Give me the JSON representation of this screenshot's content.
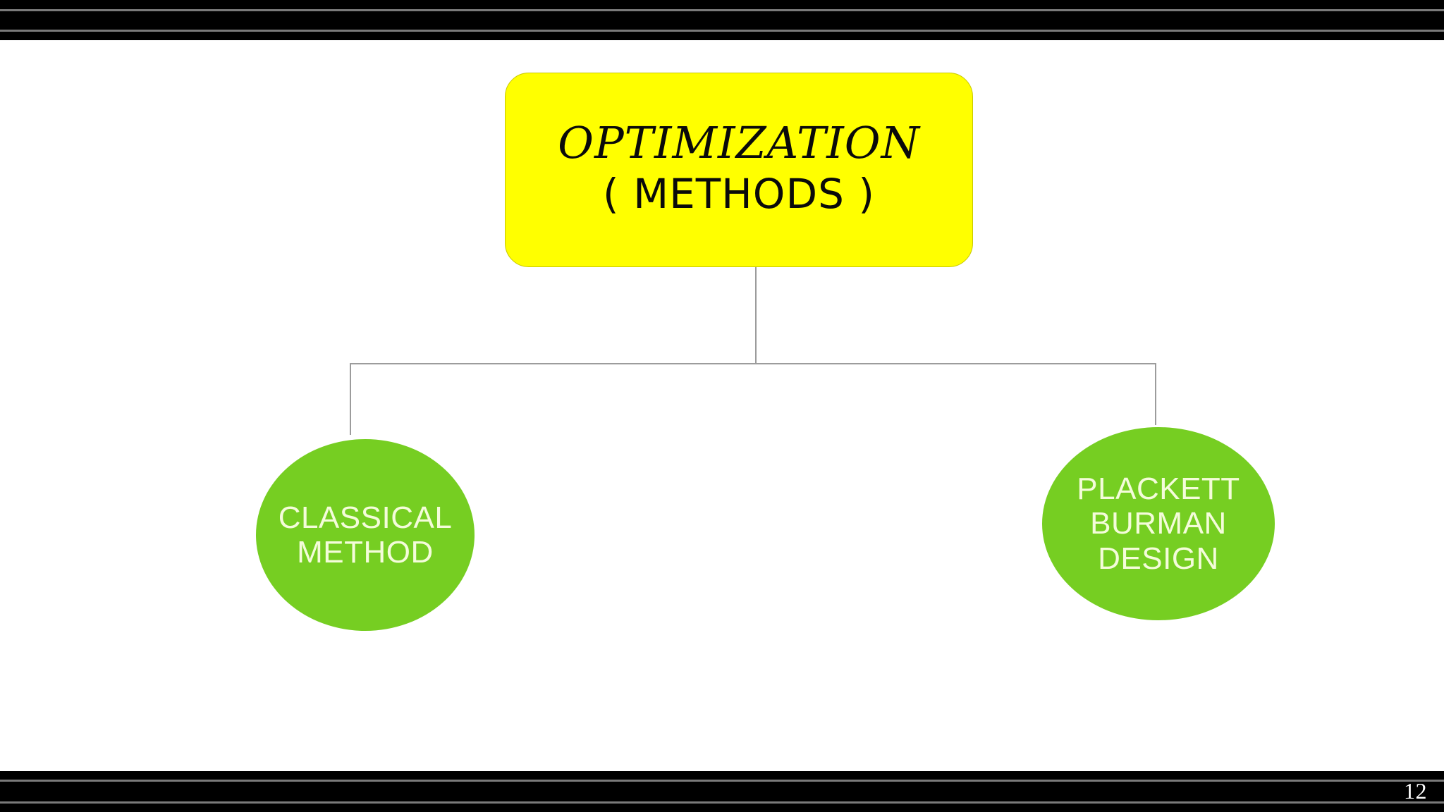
{
  "slide": {
    "page_number": "12",
    "background_color": "#ffffff",
    "frame_color": "#000000",
    "frame_rule_color": "#7a7a7a"
  },
  "title_card": {
    "line1": "OPTIMIZATION",
    "line2": "( METHODS )",
    "fill_color": "#FFFF00",
    "text_color": "#0a0a0a"
  },
  "nodes": [
    {
      "id": "classical-method",
      "label": "CLASSICAL\nMETHOD",
      "line1": "CLASSICAL",
      "line2": "METHOD",
      "fill_color": "#76CE22",
      "text_color": "#F4FCDA"
    },
    {
      "id": "plackett-burman-design",
      "label": "PLACKETT\nBURMAN\nDESIGN",
      "line1": "PLACKETT",
      "line2": "BURMAN",
      "line3": "DESIGN",
      "fill_color": "#76CE22",
      "text_color": "#F4FCDA"
    }
  ],
  "connectors": {
    "color": "#9c9c9c",
    "description": "tree connector from title card to two child nodes"
  },
  "diagram_data": {
    "type": "tree",
    "root": "OPTIMIZATION ( METHODS )",
    "children": [
      "CLASSICAL METHOD",
      "PLACKETT BURMAN DESIGN"
    ]
  }
}
